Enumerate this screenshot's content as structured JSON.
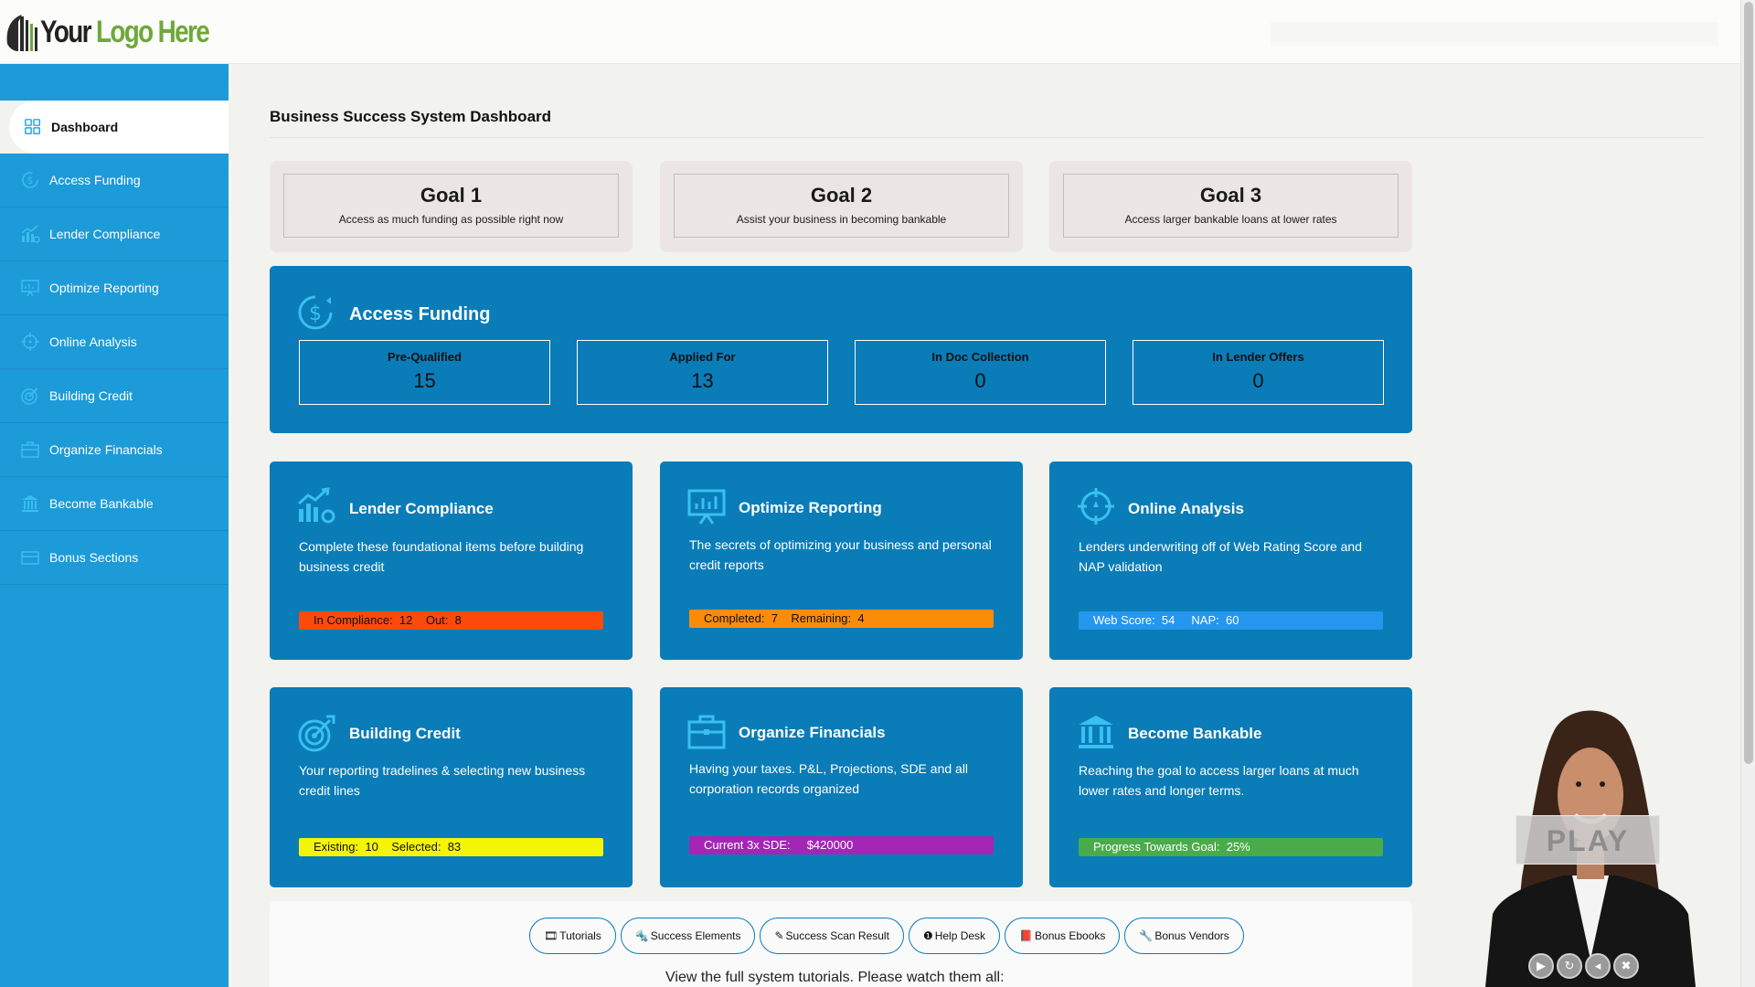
{
  "header": {
    "logo_text_a": "Your ",
    "logo_text_b": "Logo Here"
  },
  "sidebar": {
    "active": {
      "label": "Dashboard",
      "icon": "dashboard-grid-icon"
    },
    "items": [
      {
        "label": "Access Funding",
        "icon": "dollar-refresh-icon"
      },
      {
        "label": "Lender Compliance",
        "icon": "chart-gear-icon"
      },
      {
        "label": "Optimize Reporting",
        "icon": "presentation-icon"
      },
      {
        "label": "Online Analysis",
        "icon": "crosshair-icon"
      },
      {
        "label": "Building Credit",
        "icon": "target-icon"
      },
      {
        "label": "Organize Financials",
        "icon": "briefcase-icon"
      },
      {
        "label": "Become Bankable",
        "icon": "bank-icon"
      },
      {
        "label": "Bonus Sections",
        "icon": "box-icon"
      }
    ]
  },
  "main": {
    "title": "Business Success System Dashboard",
    "goals": [
      {
        "title": "Goal 1",
        "sub": "Access as much funding as possible right now"
      },
      {
        "title": "Goal 2",
        "sub": "Assist your business in becoming bankable"
      },
      {
        "title": "Goal 3",
        "sub": "Access larger bankable loans at lower rates"
      }
    ],
    "access_funding": {
      "title": "Access Funding",
      "stats": [
        {
          "label": "Pre-Qualified",
          "value": "15"
        },
        {
          "label": "Applied For",
          "value": "13"
        },
        {
          "label": "In Doc Collection",
          "value": "0"
        },
        {
          "label": "In Lender Offers",
          "value": "0"
        }
      ]
    },
    "cards": [
      {
        "title": "Lender Compliance",
        "desc": "Complete these foundational items before building business credit",
        "bar": "In Compliance:  12    Out:  8",
        "bar_color": "#fb4a0c",
        "bar_text_color": "#111111"
      },
      {
        "title": "Optimize Reporting",
        "desc": "The secrets of optimizing your business and personal credit reports",
        "bar": "Completed:  7    Remaining:  4",
        "bar_color": "#fb8c0a",
        "bar_text_color": "#111111"
      },
      {
        "title": "Online Analysis",
        "desc": "Lenders underwriting off of Web Rating Score and NAP validation",
        "bar": "Web Score:  54     NAP:  60",
        "bar_color": "#2596ee",
        "bar_text_color": "#ffffff"
      },
      {
        "title": "Building Credit",
        "desc": "Your reporting tradelines & selecting new business credit lines",
        "bar": "Existing:  10    Selected:  83",
        "bar_color": "#f5f507",
        "bar_text_color": "#111111"
      },
      {
        "title": "Organize Financials",
        "desc": "Having your taxes. P&L, Projections, SDE and all corporation records organized",
        "bar": "Current 3x SDE:     $420000",
        "bar_color": "#a525b5",
        "bar_text_color": "#ffffff"
      },
      {
        "title": "Become Bankable",
        "desc": "Reaching the goal to access larger loans at much lower rates and longer terms.",
        "bar": "Progress Towards Goal:  25%",
        "bar_color": "#4aab4a",
        "bar_text_color": "#ffffff"
      }
    ]
  },
  "links": [
    {
      "icon": "🎞",
      "label": "Tutorials"
    },
    {
      "icon": "🔩",
      "label": "Success Elements"
    },
    {
      "icon": "✎",
      "label": " Success Scan Result"
    },
    {
      "icon": "❶",
      "label": "Help Desk"
    },
    {
      "icon": "📕",
      "label": "Bonus Ebooks"
    },
    {
      "icon": "🔧",
      "label": "Bonus Vendors"
    }
  ],
  "bottom_text": "View the full system tutorials. Please watch them all:",
  "video": {
    "play_label": "PLAY",
    "controls": [
      "play-icon",
      "replay-icon",
      "mute-icon",
      "close-icon"
    ]
  }
}
